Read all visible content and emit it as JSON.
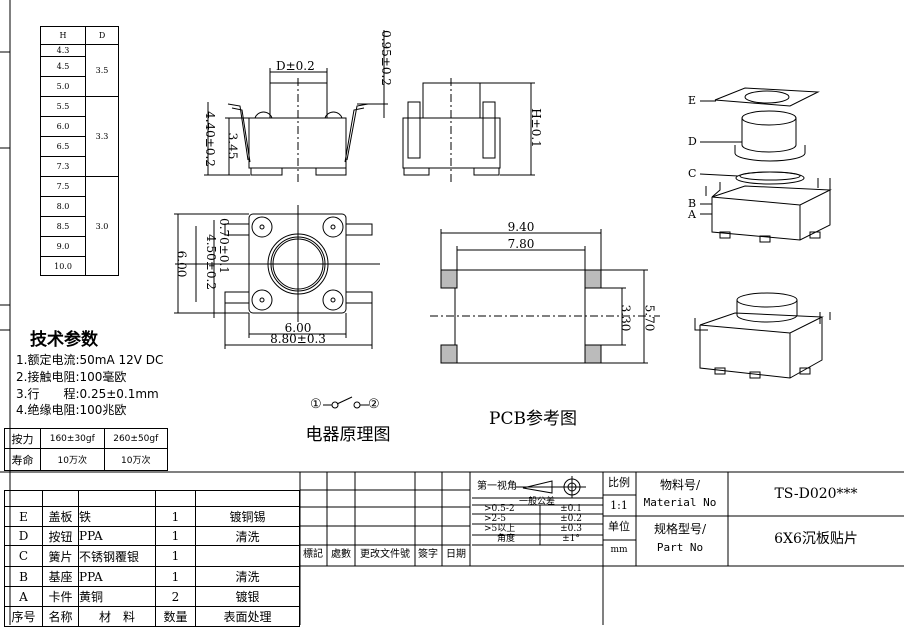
{
  "hd_table": {
    "headers": [
      "H",
      "D"
    ],
    "groups": [
      {
        "d": "3.5",
        "h": [
          "4.3",
          "4.5",
          "5.0"
        ]
      },
      {
        "d": "3.3",
        "h": [
          "5.5",
          "6.0",
          "6.5",
          "7.3"
        ]
      },
      {
        "d": "3.0",
        "h": [
          "7.5",
          "8.0",
          "8.5",
          "9.0",
          "10.0"
        ]
      }
    ]
  },
  "front_view": {
    "dim_d": "D±0.2",
    "dim_top": "0.95±0.2",
    "dim_height": "4.40±0.2",
    "dim_body": "3.45"
  },
  "side_view": {
    "dim_h": "H±0.1"
  },
  "top_view": {
    "dim_height": "6.00",
    "dim_pin": "0.70±0.1",
    "dim_pitch": "4.50±0.2",
    "dim_width": "6.00",
    "dim_total": "8.80±0.3"
  },
  "pcb": {
    "dim_outer": "9.40",
    "dim_inner": "7.80",
    "dim_height": "5.70",
    "dim_pad": "3.30",
    "title": "PCB参考图"
  },
  "schematic": {
    "pin1": "①",
    "pin2": "②",
    "title": "电器原理图"
  },
  "exploded": {
    "labels": [
      "E",
      "D",
      "C",
      "B",
      "A"
    ]
  },
  "specs": {
    "title": "技术参数",
    "items": [
      "1.额定电流:50mA 12V DC",
      "2.接触电阻:100毫欧",
      "3.行　　程:0.25±0.1mm",
      "4.绝缘电阻:100兆欧"
    ]
  },
  "force_table": {
    "rows": [
      {
        "label": "按力",
        "v1": "160±30gf",
        "v2": "260±50gf"
      },
      {
        "label": "寿命",
        "v1": "10万次",
        "v2": "10万次"
      }
    ]
  },
  "parts_table": {
    "rows": [
      {
        "no": "E",
        "name": "盖板",
        "material": "铁",
        "qty": "1",
        "finish": "镀铜锡"
      },
      {
        "no": "D",
        "name": "按钮",
        "material": "PPA",
        "qty": "1",
        "finish": "清洗"
      },
      {
        "no": "C",
        "name": "簧片",
        "material": "不锈钢覆银",
        "qty": "1",
        "finish": ""
      },
      {
        "no": "B",
        "name": "基座",
        "material": "PPA",
        "qty": "1",
        "finish": "清洗"
      },
      {
        "no": "A",
        "name": "卡件",
        "material": "黄铜",
        "qty": "2",
        "finish": "镀银"
      }
    ],
    "headers": {
      "no": "序号",
      "name": "名称",
      "material": "材　料",
      "qty": "数量",
      "finish": "表面处理"
    }
  },
  "revision_block": {
    "headers": [
      "標記",
      "處數",
      "更改文件號",
      "簽字",
      "日期"
    ]
  },
  "title_block": {
    "projection": "第一视角",
    "tolerance_title": "一般公差",
    "tolerances": [
      {
        "range": ">0.5-2",
        "tol": "±0.1"
      },
      {
        "range": ">2-5",
        "tol": "±0.2"
      },
      {
        "range": ">5以上",
        "tol": "±0.3"
      },
      {
        "range": "角度",
        "tol": "±1°"
      }
    ],
    "scale_label": "比例",
    "scale": "1:1",
    "unit_label": "单位",
    "unit": "mm",
    "material_no_label_1": "物料号/",
    "material_no_label_2": "Material No",
    "material_no": "TS-D020***",
    "part_no_label_1": "规格型号/",
    "part_no_label_2": "Part No",
    "part_no": "6X6沉板贴片"
  }
}
